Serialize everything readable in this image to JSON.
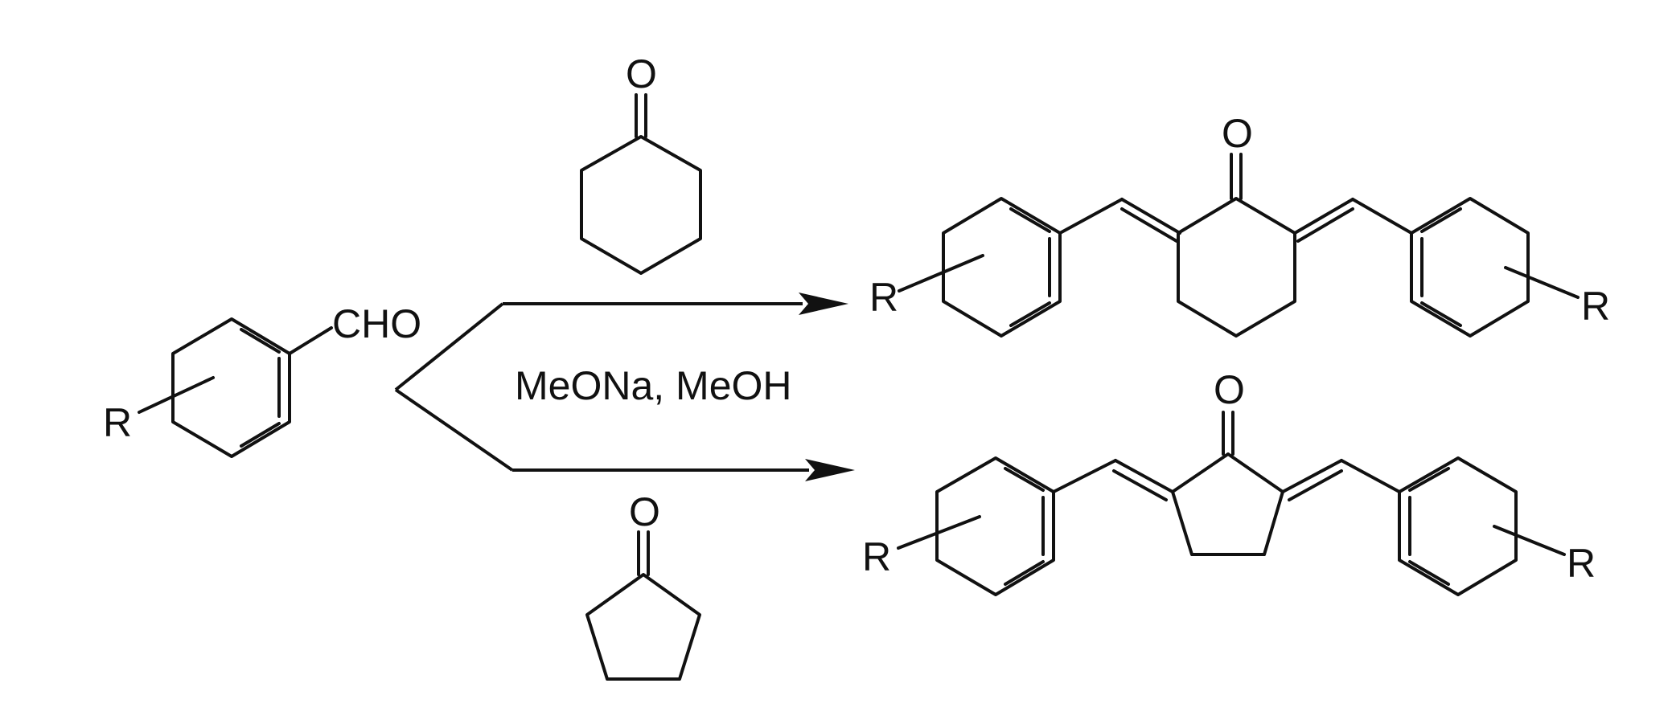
{
  "reactant": {
    "group": "CHO",
    "substituent": "R"
  },
  "reagent_top": {
    "oxygen": "O"
  },
  "reagent_bottom": {
    "oxygen": "O"
  },
  "conditions": "MeONa,  MeOH",
  "product_top": {
    "oxygen": "O",
    "substituent_left": "R",
    "substituent_right": "R"
  },
  "product_bottom": {
    "oxygen": "O",
    "substituent_left": "R",
    "substituent_right": "R"
  },
  "colors": {
    "ink": "#111111",
    "background": "#ffffff"
  }
}
